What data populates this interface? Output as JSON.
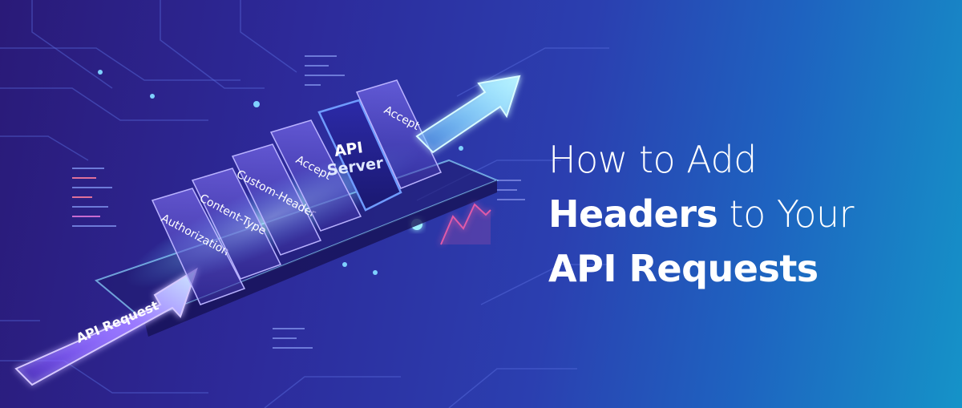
{
  "illustration": {
    "incoming_arrow_label": "API Request",
    "server_label_line1": "API",
    "server_label_line2": "Server",
    "header_panels": [
      "Authorization",
      "Content-Type",
      "Custom-Header",
      "Accept"
    ],
    "outgoing_panel": "Accept"
  },
  "headline": {
    "line1": "How to Add",
    "line2_bold": "Headers",
    "line2_rest": " to Your",
    "line3": "API Requests"
  },
  "colors": {
    "arrow_glow": "#7fe3ff",
    "panel_text": "#ffffff",
    "background_left": "#2a1a78",
    "background_right": "#1593c8"
  }
}
